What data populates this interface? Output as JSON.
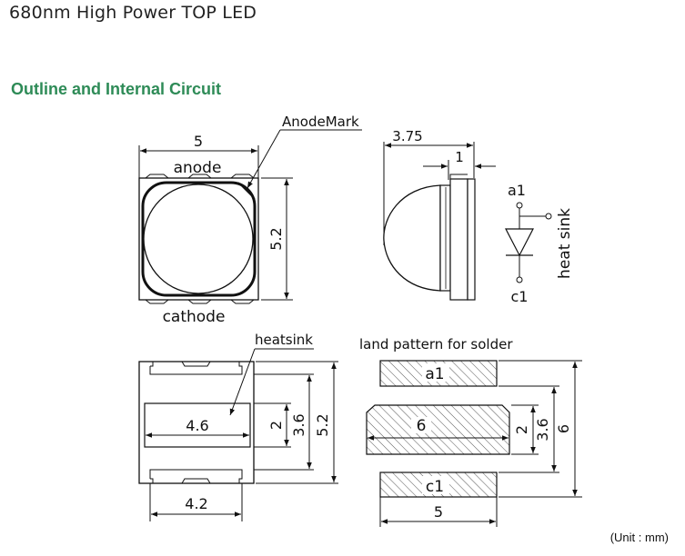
{
  "page": {
    "title": "680nm High Power TOP LED",
    "section_title": "Outline and Internal Circuit",
    "unit_note": "(Unit : mm)"
  },
  "top_view": {
    "width_dim": "5",
    "height_dim": "5.2",
    "anode_label": "anode",
    "cathode_label": "cathode",
    "anode_mark_label": "AnodeMark"
  },
  "side_view": {
    "depth_dim": "3.75",
    "lead_dim": "1"
  },
  "circuit": {
    "anode_terminal": "a1",
    "cathode_terminal": "c1",
    "heatsink_label": "heat sink"
  },
  "bottom_view": {
    "heatsink_label": "heatsink",
    "pad_width_dim": "4.6",
    "pad_height_dim": "2",
    "pad_height_outer_dim": "3.6",
    "total_height_dim": "5.2",
    "bottom_width_dim": "4.2"
  },
  "land_pattern": {
    "title": "land pattern for solder",
    "pad_a_label": "a1",
    "pad_center_label": "6",
    "pad_c_label": "c1",
    "center_height_dim": "2",
    "center_outer_dim": "3.6",
    "total_height_dim": "6",
    "width_dim": "5"
  },
  "colors": {
    "section_title": "#2e8b57",
    "line": "#111111"
  }
}
